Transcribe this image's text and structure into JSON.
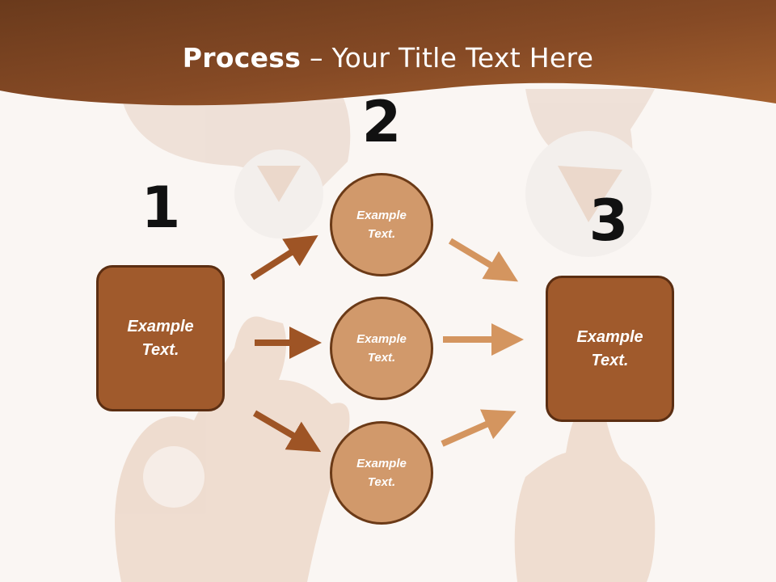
{
  "title": {
    "bold": "Process",
    "separator": " – ",
    "rest": "Your Title Text Here"
  },
  "steps": [
    {
      "number": "1",
      "box_text": "Example\nText."
    },
    {
      "number": "2"
    },
    {
      "number": "3",
      "box_text": "Example\nText."
    }
  ],
  "circles": [
    {
      "text": "Example\nText."
    },
    {
      "text": "Example\nText."
    },
    {
      "text": "Example\nText."
    }
  ],
  "colors": {
    "header": "#7b4321",
    "box_fill": "#a05a2c",
    "circle_fill": "#d1996b",
    "left_arrows": "#9e5425",
    "right_arrows": "#d4955f"
  }
}
